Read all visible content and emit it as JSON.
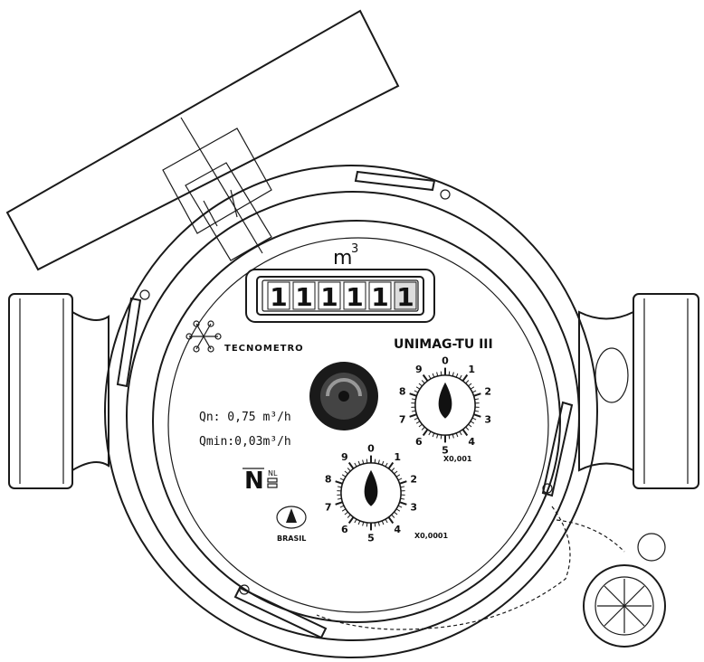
{
  "unit_label": "m",
  "unit_exponent": "3",
  "counter_digits": [
    "1",
    "1",
    "1",
    "1",
    "1",
    "1"
  ],
  "manufacturer_name": "TECNOMETRO",
  "model_label": "UNIMAG-TU III",
  "qn_label": "Qn: 0,75 m³/h",
  "qmin_label": "Qmin:0,03m³/h",
  "cert_mark_text": "NL",
  "brasil_label": "BRASIL",
  "dial_right": {
    "numbers": [
      "0",
      "1",
      "2",
      "3",
      "4",
      "5",
      "6",
      "7",
      "8",
      "9"
    ],
    "multiplier": "X0,001"
  },
  "dial_left": {
    "numbers": [
      "0",
      "1",
      "2",
      "3",
      "4",
      "5",
      "6",
      "7",
      "8",
      "9"
    ],
    "multiplier": "X0,0001"
  }
}
